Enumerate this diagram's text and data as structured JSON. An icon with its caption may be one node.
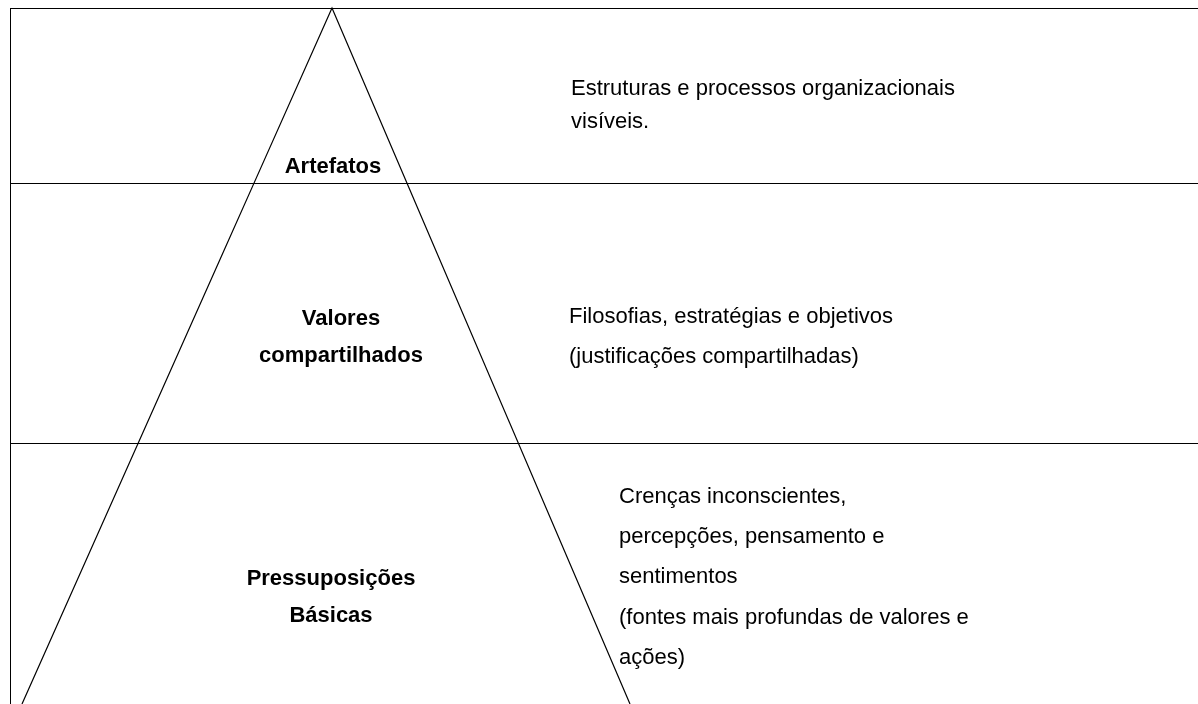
{
  "diagram": {
    "nodes": [
      {
        "text": [
          "Artefatos",
          "Estruturas e processos organizacionais visíveis."
        ]
      },
      {
        "text": [
          "Valores compartilhados",
          "Filosofias, estratégias e objetivos",
          "(justificações compartilhadas)"
        ]
      },
      {
        "text": [
          "Pressuposições Básicas",
          "Crenças inconscientes, percepções, pensamento e sentimentos",
          "(fontes mais profundas de valores e ações)"
        ]
      }
    ]
  }
}
